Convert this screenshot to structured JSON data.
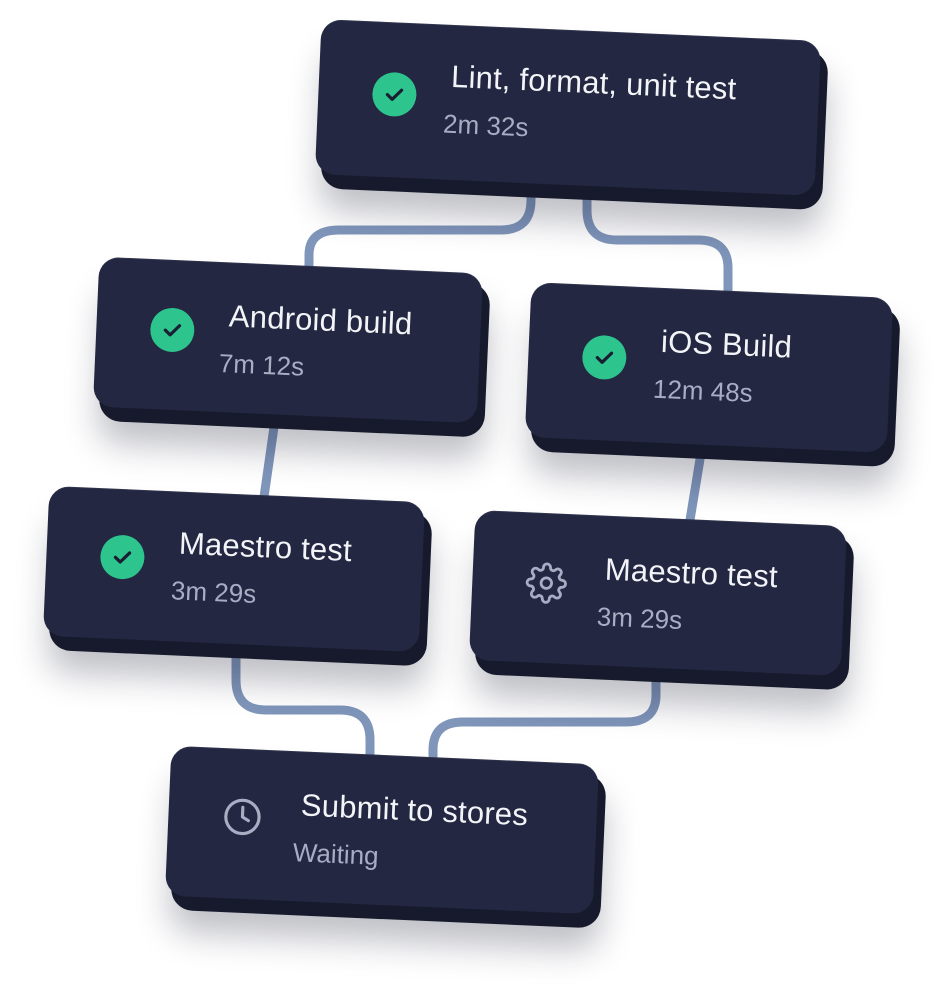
{
  "colors": {
    "card_face": "#232741",
    "card_depth": "#161a2c",
    "connector": "#7f95ba",
    "success": "#2ec48e",
    "title_text": "#f3f4f8",
    "sub_text": "#a9adc3",
    "pending_icon": "#a9adc3"
  },
  "nodes": [
    {
      "id": "lint",
      "title": "Lint, format, unit test",
      "subtitle": "2m 32s",
      "status": "success",
      "icon": "check-icon"
    },
    {
      "id": "android-build",
      "title": "Android build",
      "subtitle": "7m 12s",
      "status": "success",
      "icon": "check-icon"
    },
    {
      "id": "ios-build",
      "title": "iOS Build",
      "subtitle": "12m 48s",
      "status": "success",
      "icon": "check-icon"
    },
    {
      "id": "maestro-android",
      "title": "Maestro test",
      "subtitle": "3m 29s",
      "status": "success",
      "icon": "check-icon"
    },
    {
      "id": "maestro-ios",
      "title": "Maestro test",
      "subtitle": "3m 29s",
      "status": "in-progress",
      "icon": "gear-icon"
    },
    {
      "id": "submit",
      "title": "Submit to stores",
      "subtitle": "Waiting",
      "status": "waiting",
      "icon": "clock-icon"
    }
  ],
  "edges": [
    {
      "from": "lint",
      "to": "android-build"
    },
    {
      "from": "lint",
      "to": "ios-build"
    },
    {
      "from": "android-build",
      "to": "maestro-android"
    },
    {
      "from": "ios-build",
      "to": "maestro-ios"
    },
    {
      "from": "maestro-android",
      "to": "submit"
    },
    {
      "from": "maestro-ios",
      "to": "submit"
    }
  ]
}
